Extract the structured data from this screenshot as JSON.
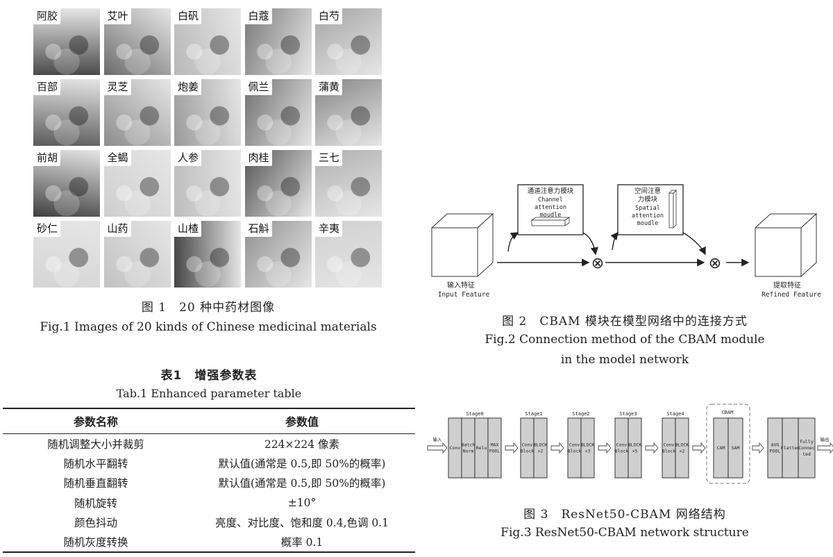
{
  "figure1": {
    "herbs": [
      {
        "name": "阿胶"
      },
      {
        "name": "艾叶"
      },
      {
        "name": "白矾"
      },
      {
        "name": "白蔻"
      },
      {
        "name": "白芍"
      },
      {
        "name": "百部"
      },
      {
        "name": "灵芝"
      },
      {
        "name": "炮姜"
      },
      {
        "name": "佩兰"
      },
      {
        "name": "蒲黄"
      },
      {
        "name": "前胡"
      },
      {
        "name": "全蝎"
      },
      {
        "name": "人参"
      },
      {
        "name": "肉桂"
      },
      {
        "name": "三七"
      },
      {
        "name": "砂仁"
      },
      {
        "name": "山药"
      },
      {
        "name": "山楂"
      },
      {
        "name": "石斛"
      },
      {
        "name": "辛夷"
      }
    ],
    "caption_zh": "图 1　20 种中药材图像",
    "caption_en": "Fig.1 Images of 20 kinds of Chinese medicinal materials"
  },
  "table1": {
    "title": "表1　增强参数表",
    "subtitle": "Tab.1 Enhanced parameter table",
    "headers": [
      "参数名称",
      "参数值"
    ],
    "rows": [
      [
        "随机调整大小并裁剪",
        "224×224 像素"
      ],
      [
        "随机水平翻转",
        "默认值(通常是 0.5,即 50%的概率)"
      ],
      [
        "随机垂直翻转",
        "默认值(通常是 0.5,即 50%的概率)"
      ],
      [
        "随机旋转",
        "±10°"
      ],
      [
        "颜色抖动",
        "亮度、对比度、饱和度 0.4,色调 0.1"
      ],
      [
        "随机灰度转换",
        "概率 0.1"
      ]
    ]
  },
  "figure2": {
    "channel_zh": "通道注意力模块",
    "channel_en": [
      "Channel",
      "attention",
      "moudle"
    ],
    "spatial_zh": [
      "空间注意",
      "力模块"
    ],
    "spatial_en": [
      "Spatial",
      "attention",
      "moudle"
    ],
    "input_zh": "输入特征",
    "input_en": "Input Feature",
    "output_zh": "提取特征",
    "output_en": "Refined Feature",
    "multiply_symbol": "⊗",
    "caption_zh": "图 2　CBAM 模块在模型网络中的连接方式",
    "caption_en_line1": "Fig.2 Connection method of the CBAM module",
    "caption_en_line2": "in the model network"
  },
  "figure3": {
    "input_label": "输入",
    "output_label": "输出",
    "stages": [
      {
        "title": "Stage0",
        "blocks": [
          [
            "Conv"
          ],
          [
            "Batch",
            "Norm"
          ],
          [
            "Relu"
          ],
          [
            "MAX",
            "POOL"
          ]
        ]
      },
      {
        "title": "Stage1",
        "blocks": [
          [
            "Conv",
            "Block"
          ],
          [
            "BLOCK",
            "×2"
          ]
        ]
      },
      {
        "title": "Stage2",
        "blocks": [
          [
            "Conv",
            "Block"
          ],
          [
            "BLOCK",
            "×3"
          ]
        ]
      },
      {
        "title": "Stage3",
        "blocks": [
          [
            "Conv",
            "Block"
          ],
          [
            "BLOCK",
            "×5"
          ]
        ]
      },
      {
        "title": "Stage4",
        "blocks": [
          [
            "Conv",
            "Block"
          ],
          [
            "BLOCK",
            "×2"
          ]
        ]
      }
    ],
    "cbam": {
      "title": "CBAM",
      "blocks": [
        [
          "CAM"
        ],
        [
          "SAM"
        ]
      ]
    },
    "head": {
      "blocks": [
        [
          "AVG",
          "POOL"
        ],
        [
          "Flatten"
        ],
        [
          "Fully",
          "Connec",
          "ted"
        ]
      ]
    },
    "caption_zh": "图 3　ResNet50-CBAM 网络结构",
    "caption_en": "Fig.3 ResNet50-CBAM network structure"
  }
}
